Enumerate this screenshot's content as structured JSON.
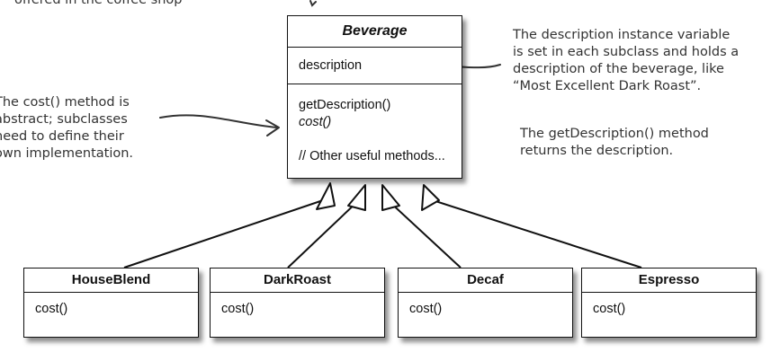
{
  "annotations": {
    "top_fragment": "offered in the coffee shop",
    "left_note": [
      "The cost() method is",
      "abstract; subclasses",
      "need to define their",
      "own implementation."
    ],
    "right_note_1": [
      "The description instance variable",
      "is set in each subclass and holds a",
      "description of the beverage, like",
      "“Most Excellent Dark Roast”."
    ],
    "right_note_2": [
      "The getDescription() method",
      "returns the description."
    ]
  },
  "beverage": {
    "name": "Beverage",
    "attribute": "description",
    "methods": [
      "getDescription()",
      "cost()",
      "",
      "// Other useful methods..."
    ]
  },
  "subclasses": [
    {
      "name": "HouseBlend",
      "method": "cost()"
    },
    {
      "name": "DarkRoast",
      "method": "cost()"
    },
    {
      "name": "Decaf",
      "method": "cost()"
    },
    {
      "name": "Espresso",
      "method": "cost()"
    }
  ]
}
